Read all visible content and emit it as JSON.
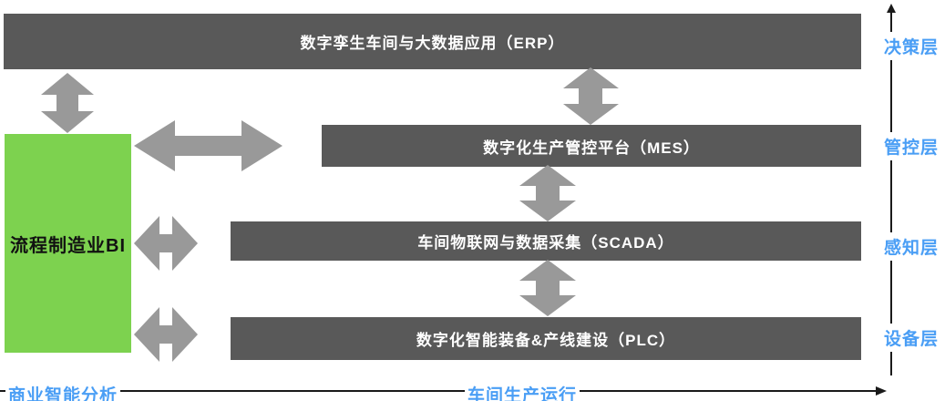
{
  "colors": {
    "bar_gray": "#595959",
    "bar_text": "#ffffff",
    "arrow_gray": "#999999",
    "green": "#7DD24F",
    "green_text": "#111111",
    "blue": "#4A9EF5",
    "line_black": "#1a1a1a"
  },
  "layers": {
    "erp": "数字孪生车间与大数据应用（ERP）",
    "mes": "数字化生产管控平台（MES）",
    "scada": "车间物联网与数据采集（SCADA）",
    "plc": "数字化智能装备&产线建设（PLC）"
  },
  "bi_box": {
    "label": "流程制造业BI"
  },
  "right_axis": {
    "labels": [
      "决策层",
      "管控层",
      "感知层",
      "设备层"
    ]
  },
  "bottom_axis": {
    "left_label": "商业智能分析",
    "right_label": "车间生产运行"
  }
}
